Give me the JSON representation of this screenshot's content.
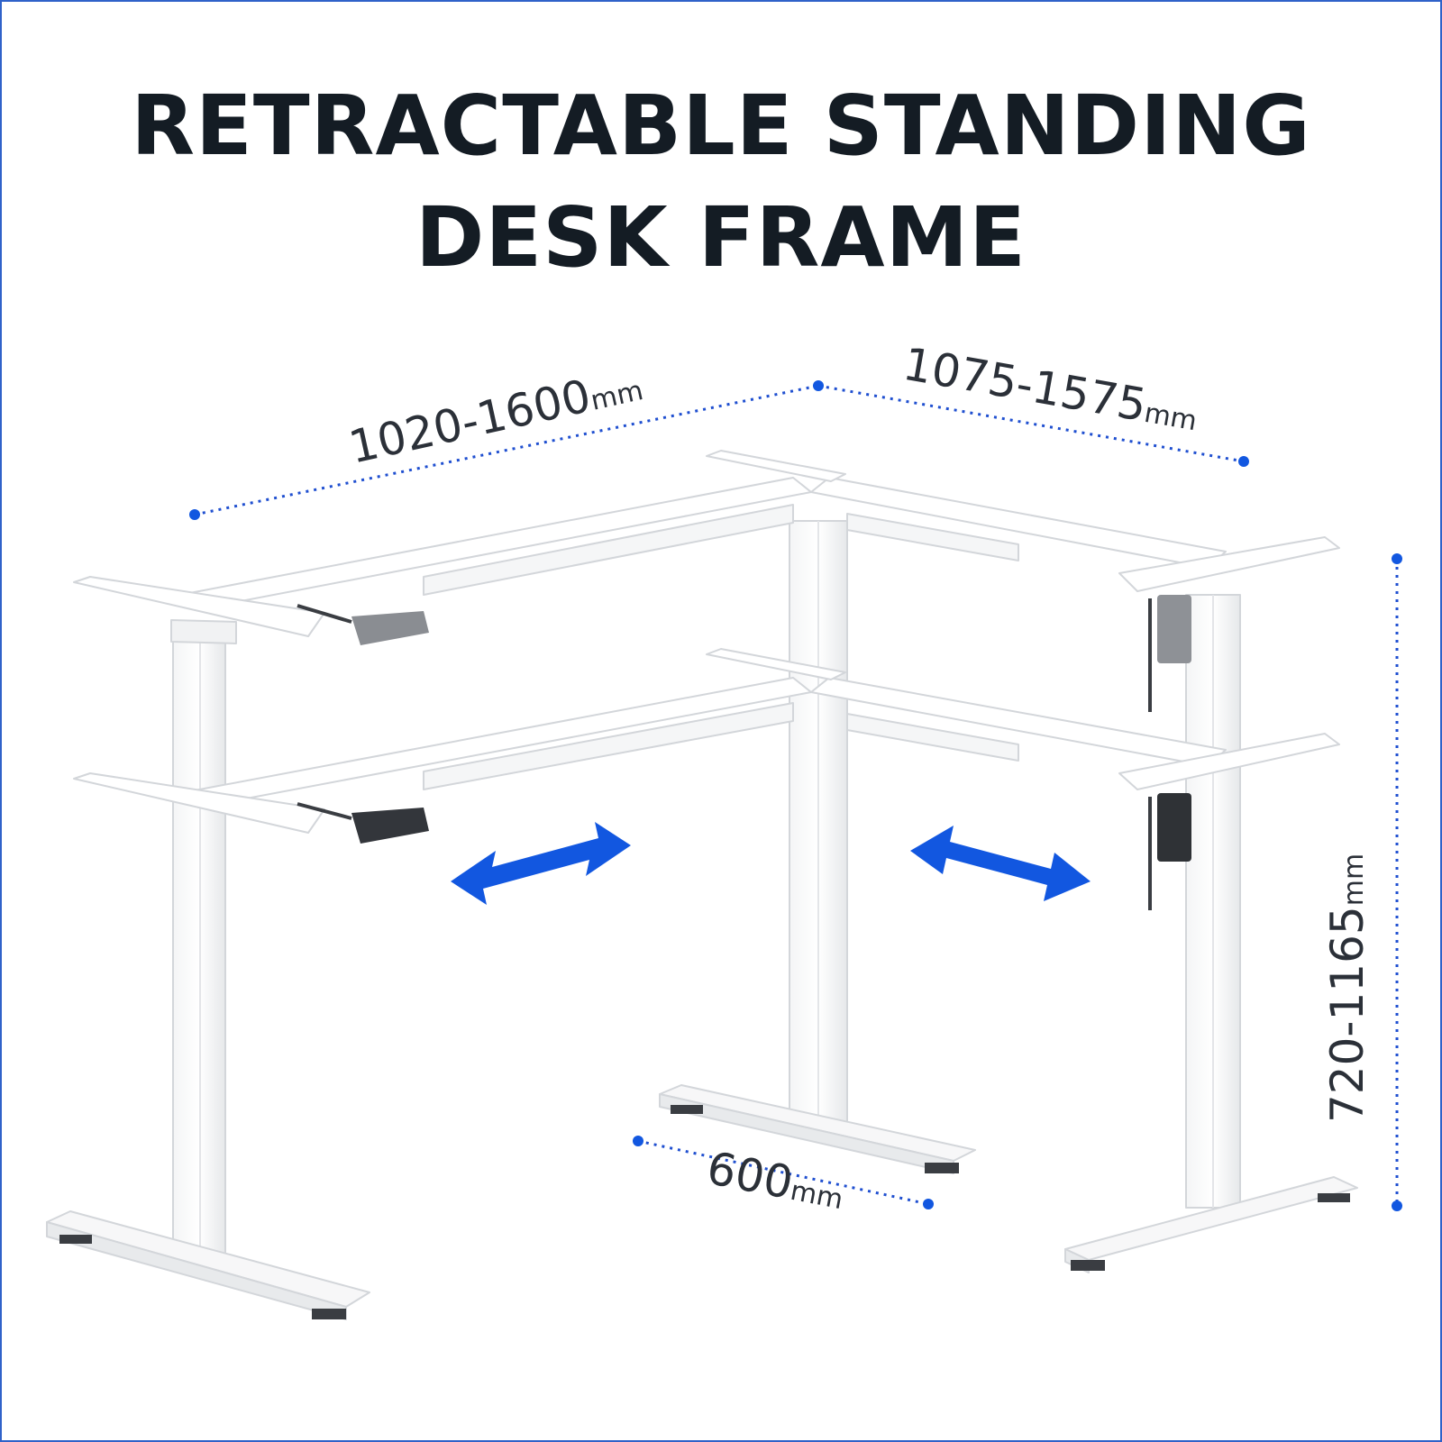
{
  "title": {
    "line1": "RETRACTABLE STANDING",
    "line2": "DESK FRAME"
  },
  "dimensions": {
    "left_width": {
      "value": "1020-1600",
      "unit": "mm"
    },
    "right_width": {
      "value": "1075-1575",
      "unit": "mm"
    },
    "foot_depth": {
      "value": "600",
      "unit": "mm"
    },
    "height": {
      "value": "720-1165",
      "unit": "mm"
    }
  },
  "colors": {
    "accent": "#1257e0",
    "dotted_line": "#1f4fd0",
    "border": "#2f62c9",
    "title": "#141c24",
    "frame": "#ffffff",
    "frame_outline": "#d3d6da",
    "motor": "#3a3d42"
  },
  "icons": {
    "left_arrow": "double-arrow-icon",
    "right_arrow": "double-arrow-icon"
  }
}
